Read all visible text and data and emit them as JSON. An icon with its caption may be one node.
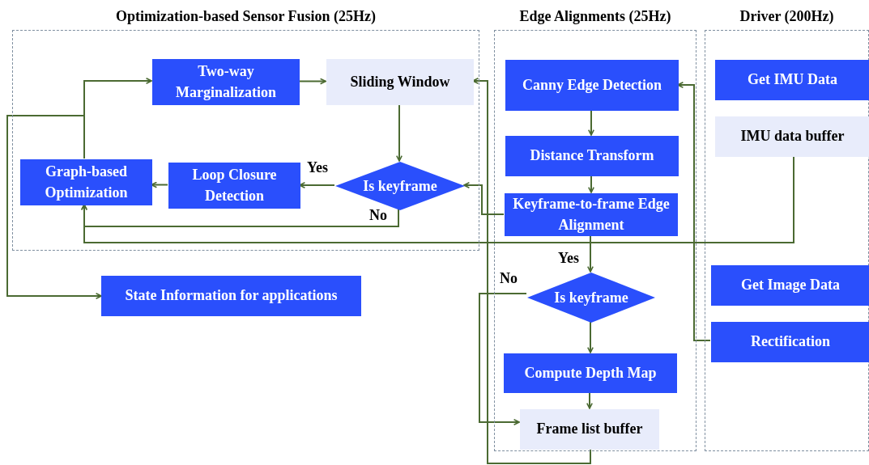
{
  "diagram": {
    "nodes": [
      {
        "text": [
          "Optimization-based Sensor Fusion (25Hz)"
        ]
      },
      {
        "text": [
          "Edge Alignments (25Hz)"
        ]
      },
      {
        "text": [
          "Driver (200Hz)"
        ]
      },
      {
        "text": [
          "Two-way Marginalization"
        ],
        "in": 0
      },
      {
        "text": [
          "Sliding Window"
        ],
        "in": 0
      },
      {
        "text": [
          "Graph-based Optimization"
        ],
        "in": 0
      },
      {
        "text": [
          "Loop Closure Detection"
        ],
        "in": 0
      },
      {
        "text": [
          "Is keyframe"
        ],
        "in": 0
      },
      {
        "text": [
          "State Information for applications"
        ]
      },
      {
        "text": [
          "Canny Edge Detection"
        ],
        "in": 1
      },
      {
        "text": [
          "Distance Transform"
        ],
        "in": 1
      },
      {
        "text": [
          "Keyframe-to-frame Edge Alignment"
        ],
        "in": 1
      },
      {
        "text": [
          "Is keyframe"
        ],
        "in": 1
      },
      {
        "text": [
          "Compute Depth Map"
        ],
        "in": 1
      },
      {
        "text": [
          "Frame list buffer"
        ],
        "in": 1
      },
      {
        "text": [
          "Get IMU Data"
        ],
        "in": 2
      },
      {
        "text": [
          "IMU data buffer"
        ],
        "in": 2
      },
      {
        "text": [
          "Get Image Data"
        ],
        "in": 2
      },
      {
        "text": [
          "Rectification"
        ],
        "in": 2
      }
    ],
    "edges": [
      {
        "from": 3,
        "to": 4,
        "arrow": "to"
      },
      {
        "from": 4,
        "to": 7,
        "arrow": "to"
      },
      {
        "from": 7,
        "to": 6,
        "arrow": "to",
        "label": "Yes"
      },
      {
        "from": 6,
        "to": 5,
        "arrow": "to"
      },
      {
        "from": 7,
        "to": 5,
        "arrow": "to",
        "label": "No"
      },
      {
        "from": 5,
        "to": 3,
        "arrow": "to"
      },
      {
        "from": 5,
        "to": 8,
        "arrow": "to"
      },
      {
        "from": 16,
        "to": 5,
        "arrow": "to"
      },
      {
        "from": 11,
        "to": 7,
        "arrow": "to"
      },
      {
        "from": 18,
        "to": 9,
        "arrow": "to"
      },
      {
        "from": 9,
        "to": 10,
        "arrow": "to"
      },
      {
        "from": 10,
        "to": 11,
        "arrow": "to"
      },
      {
        "from": 11,
        "to": 12,
        "arrow": "to",
        "label": "Yes"
      },
      {
        "from": 12,
        "to": 13,
        "arrow": "to"
      },
      {
        "from": 13,
        "to": 14,
        "arrow": "to"
      },
      {
        "from": 12,
        "to": 14,
        "arrow": "to",
        "label": "No"
      },
      {
        "from": 14,
        "to": 4,
        "arrow": "to"
      }
    ]
  }
}
